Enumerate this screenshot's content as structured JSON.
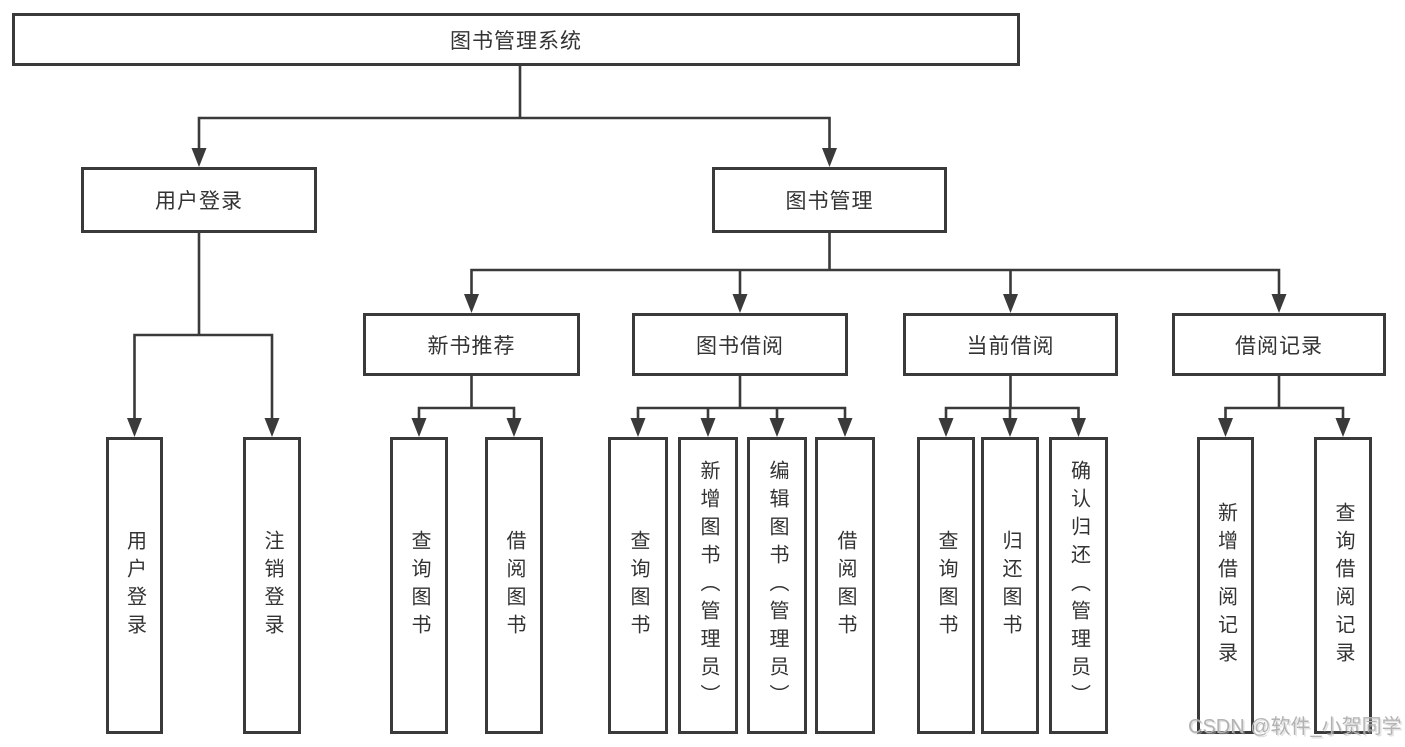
{
  "theme": {
    "background": "#ffffff",
    "line_color": "#3a3a3a",
    "box_fill": "#ffffff",
    "text_color": "#333333",
    "watermark_color": "#b3b3b3"
  },
  "watermark": {
    "text": "CSDN @软件_小贺同学"
  },
  "tree": {
    "label": "图书管理系统",
    "children": [
      {
        "label": "用户登录",
        "children": [
          {
            "label": "用户登录"
          },
          {
            "label": "注销登录"
          }
        ]
      },
      {
        "label": "图书管理",
        "children": [
          {
            "label": "新书推荐",
            "children": [
              {
                "label": "查询图书"
              },
              {
                "label": "借阅图书"
              }
            ]
          },
          {
            "label": "图书借阅",
            "children": [
              {
                "label": "查询图书"
              },
              {
                "label": "新增图书（管理员）"
              },
              {
                "label": "编辑图书（管理员）"
              },
              {
                "label": "借阅图书"
              }
            ]
          },
          {
            "label": "当前借阅",
            "children": [
              {
                "label": "查询图书"
              },
              {
                "label": "归还图书"
              },
              {
                "label": "确认归还（管理员）"
              }
            ]
          },
          {
            "label": "借阅记录",
            "children": [
              {
                "label": "新增借阅记录"
              },
              {
                "label": "查询借阅记录"
              }
            ]
          }
        ]
      }
    ]
  }
}
